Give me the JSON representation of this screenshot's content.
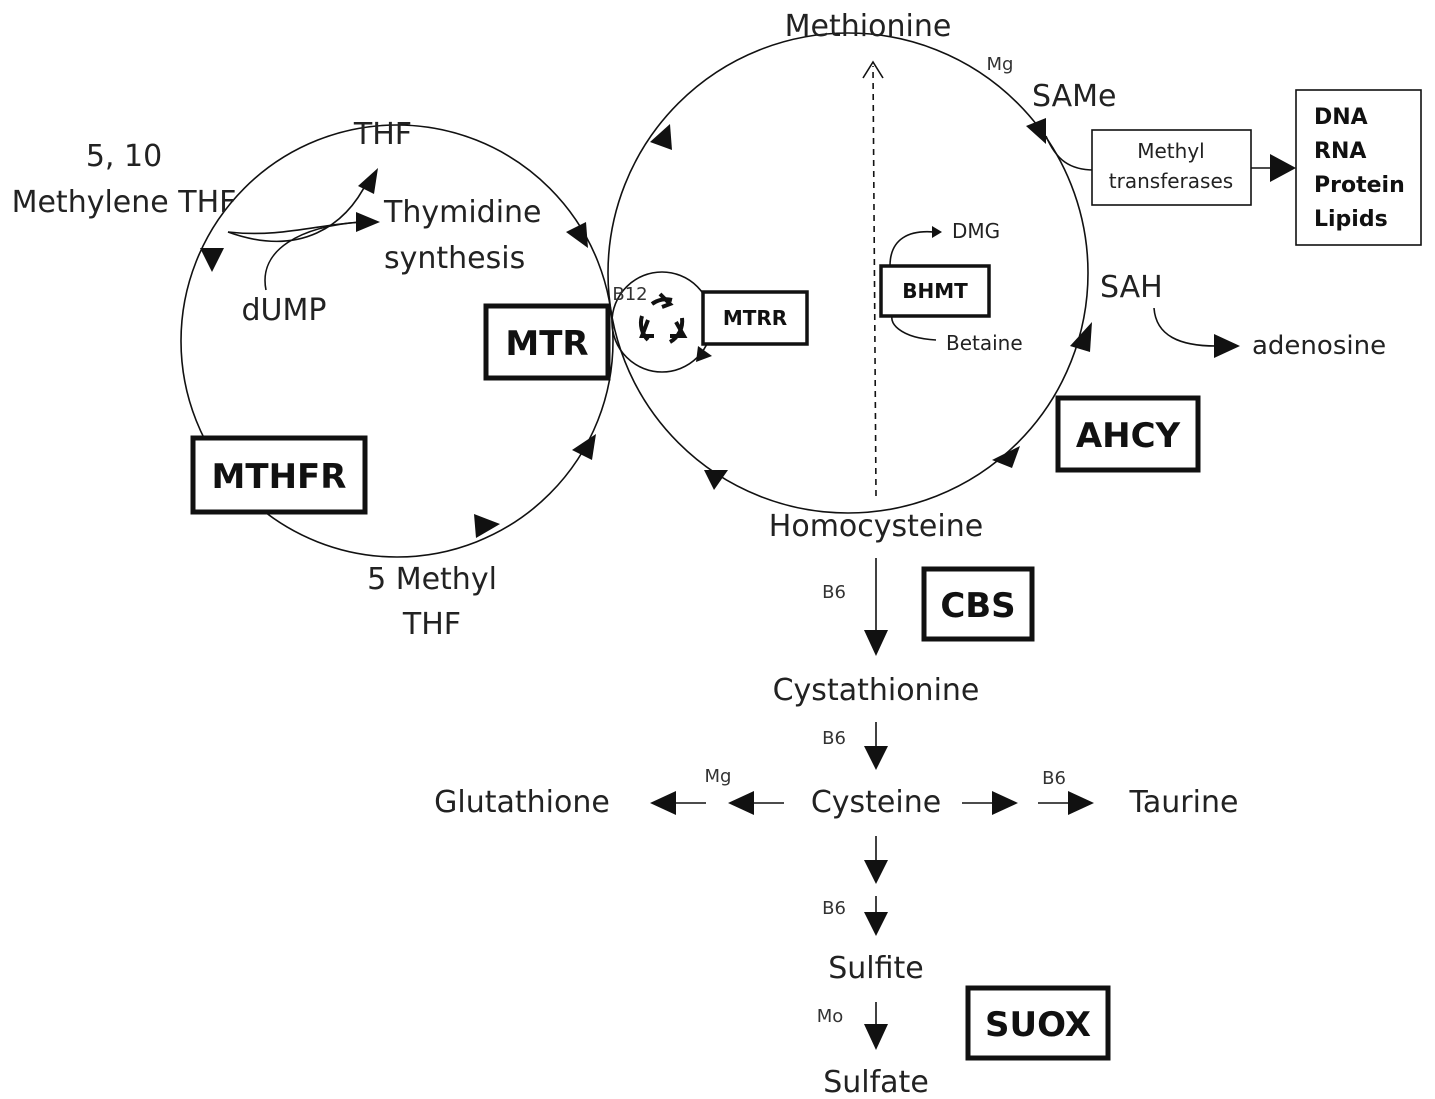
{
  "folate_cycle": {
    "thf": "THF",
    "methylene_thf_line1": "5, 10",
    "methylene_thf_line2": "Methylene THF",
    "thymidine_line1": "Thymidine",
    "thymidine_line2": "synthesis",
    "dump": "dUMP",
    "methyl_thf_line1": "5 Methyl",
    "methyl_thf_line2": "THF",
    "mthfr": "MTHFR",
    "mtr": "MTR"
  },
  "methionine_cycle": {
    "methionine": "Methionine",
    "mg": "Mg",
    "same": "SAMe",
    "methyl_transferases_line1": "Methyl",
    "methyl_transferases_line2": "transferases",
    "targets": [
      "DNA",
      "RNA",
      "Protein",
      "Lipids"
    ],
    "sah": "SAH",
    "adenosine": "adenosine",
    "ahcy": "AHCY",
    "homocysteine": "Homocysteine",
    "b12": "B12",
    "mtrr": "MTRR",
    "bhmt": "BHMT",
    "dmg": "DMG",
    "betaine": "Betaine"
  },
  "transsulfuration": {
    "b6_cbs": "B6",
    "cbs": "CBS",
    "cystathionine": "Cystathionine",
    "b6_cysteine": "B6",
    "cysteine": "Cysteine",
    "mg_glutathione": "Mg",
    "glutathione": "Glutathione",
    "b6_taurine": "B6",
    "taurine": "Taurine",
    "b6_sulfite": "B6",
    "sulfite": "Sulfite",
    "mo": "Mo",
    "suox": "SUOX",
    "sulfate": "Sulfate"
  }
}
